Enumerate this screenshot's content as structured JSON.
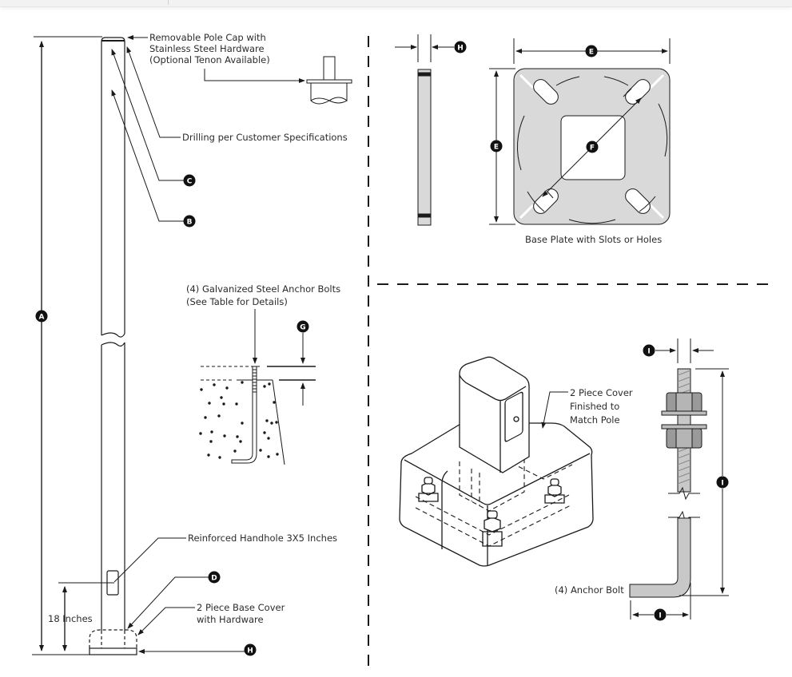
{
  "window": {
    "top_bar": "viewer-top-bar"
  },
  "pole_elevation": {
    "cap_label": [
      "Removable Pole Cap with",
      "Stainless Steel Hardware",
      "(Optional Tenon Available)"
    ],
    "drilling_label": "Drilling per Customer Specifications",
    "handhole_label": "Reinforced Handhole 3X5 Inches",
    "base_cover_label": [
      "2 Piece Base Cover",
      "with Hardware"
    ],
    "handhole_height_label": "18 Inches",
    "callouts": {
      "A": "A",
      "B": "B",
      "C": "C",
      "D": "D",
      "H": "H"
    }
  },
  "anchor_section": {
    "label": [
      "(4) Galvanized Steel Anchor Bolts",
      "(See Table for Details)"
    ],
    "callout_G": "G"
  },
  "base_plate": {
    "caption": "Base Plate with Slots or Holes",
    "callout_H": "H",
    "callout_E_top": "E",
    "callout_E_side": "E",
    "callout_F": "F",
    "fill_color": "#d9d9d9"
  },
  "iso_base": {
    "cover_label": [
      "2 Piece Cover",
      "Finished to",
      "Match Pole"
    ]
  },
  "anchor_bolt": {
    "label": "(4) Anchor Bolt",
    "callout_diameter": "I",
    "callout_length": "I",
    "callout_hook": "I"
  },
  "colors": {
    "ink": "#1a1a1a",
    "plate_fill": "#d9d9d9",
    "bolt_fill": "#c8c8c8"
  }
}
